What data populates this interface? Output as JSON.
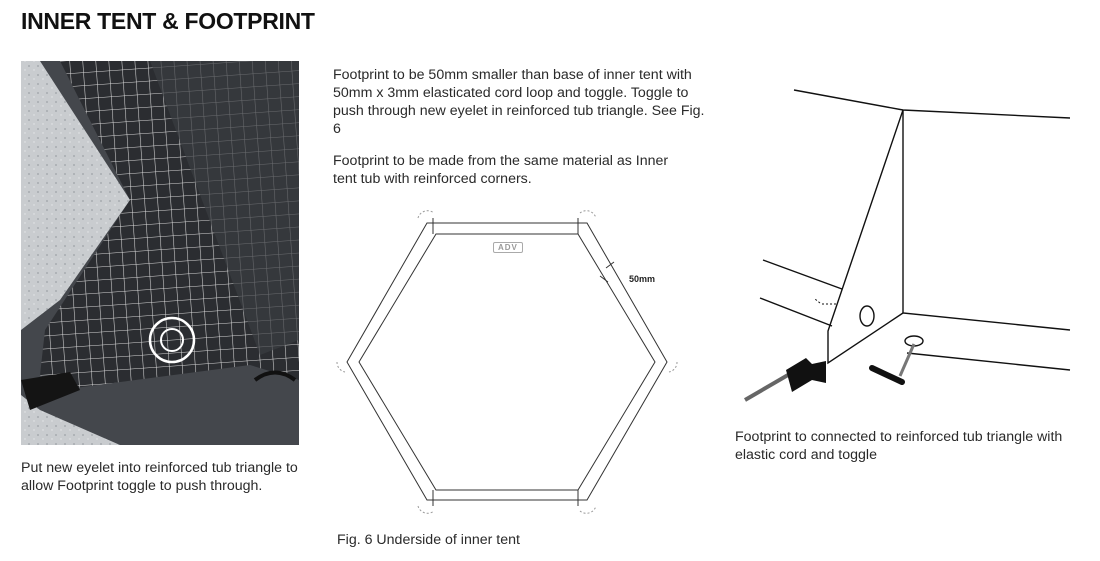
{
  "heading": "INNER TENT & FOOTPRINT",
  "photo_caption": "Put new eyelet into reinforced tub triangle to allow Footprint toggle to push through.",
  "spec_text_1": "Footprint to be 50mm smaller than base of inner tent with 50mm x 3mm elasticated cord loop and toggle. Toggle to push through new eyelet in reinforced tub triangle. See Fig. 6",
  "spec_text_2": "Footprint to be made from the same material as Inner tent tub with reinforced corners.",
  "diagram": {
    "dimension_label": "50mm",
    "logo_text": "ADV",
    "caption": "Fig. 6 Underside of inner tent"
  },
  "illustration_caption": "Footprint to connected to reinforced tub triangle with elastic cord and toggle",
  "colors": {
    "fabric": "#2b2d31",
    "grid": "#d8d8d8",
    "floor": "#c9cccf"
  }
}
